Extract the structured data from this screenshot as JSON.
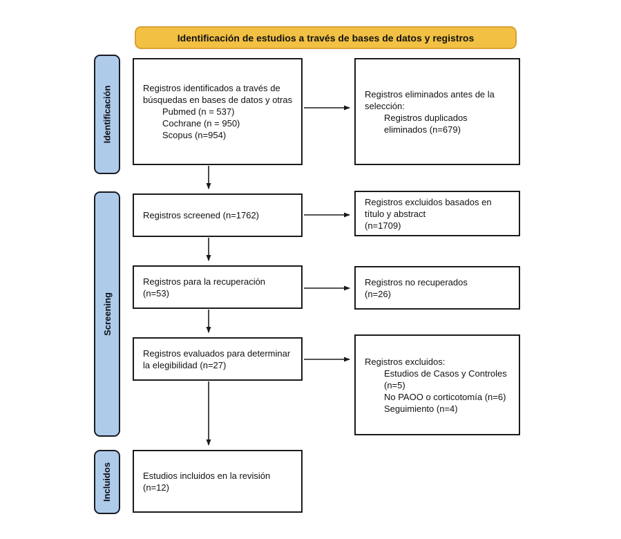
{
  "header": {
    "title": "Identificación de estudios a través de bases de datos y registros"
  },
  "stages": [
    {
      "label": "Identificación"
    },
    {
      "label": "Screening"
    },
    {
      "label": "Incluidos"
    }
  ],
  "boxes": {
    "identified": {
      "text": "Registros identificados a través de búsquedas en bases de datos y otras",
      "items": [
        "Pubmed (n = 537)",
        "Cochrane (n = 950)",
        "Scopus (n=954)"
      ]
    },
    "removed_before_screening": {
      "text": "Registros eliminados antes de la selección:",
      "items": [
        "Registros duplicados eliminados (n=679)"
      ]
    },
    "screened": {
      "text": "Registros screened (n=1762)"
    },
    "excluded_title_abstract": {
      "text": "Registros excluidos basados en título y abstract",
      "count": "(n=1709)"
    },
    "sought_for_retrieval": {
      "text": "Registros para la recuperación",
      "count": "(n=53)"
    },
    "not_retrieved": {
      "text": "Registros no recuperados",
      "count": "(n=26)"
    },
    "assessed_eligibility": {
      "text": "Registros evaluados para determinar la elegibilidad (n=27)"
    },
    "excluded_reasons": {
      "text": "Registros excluidos:",
      "items": [
        "Estudios de Casos y Controles (n=5)",
        "No PAOO o corticotomía (n=6)",
        "Seguimiento (n=4)"
      ]
    },
    "included": {
      "text": "Estudios incluidos en la revisión",
      "count": "(n=12)"
    }
  },
  "colors": {
    "banner_fill": "#F2C143",
    "banner_border": "#D9A032",
    "stage_fill": "#AECBEA",
    "stage_border": "#171A21",
    "box_border": "#1A1A1A",
    "arrow": "#1A1A1A"
  }
}
